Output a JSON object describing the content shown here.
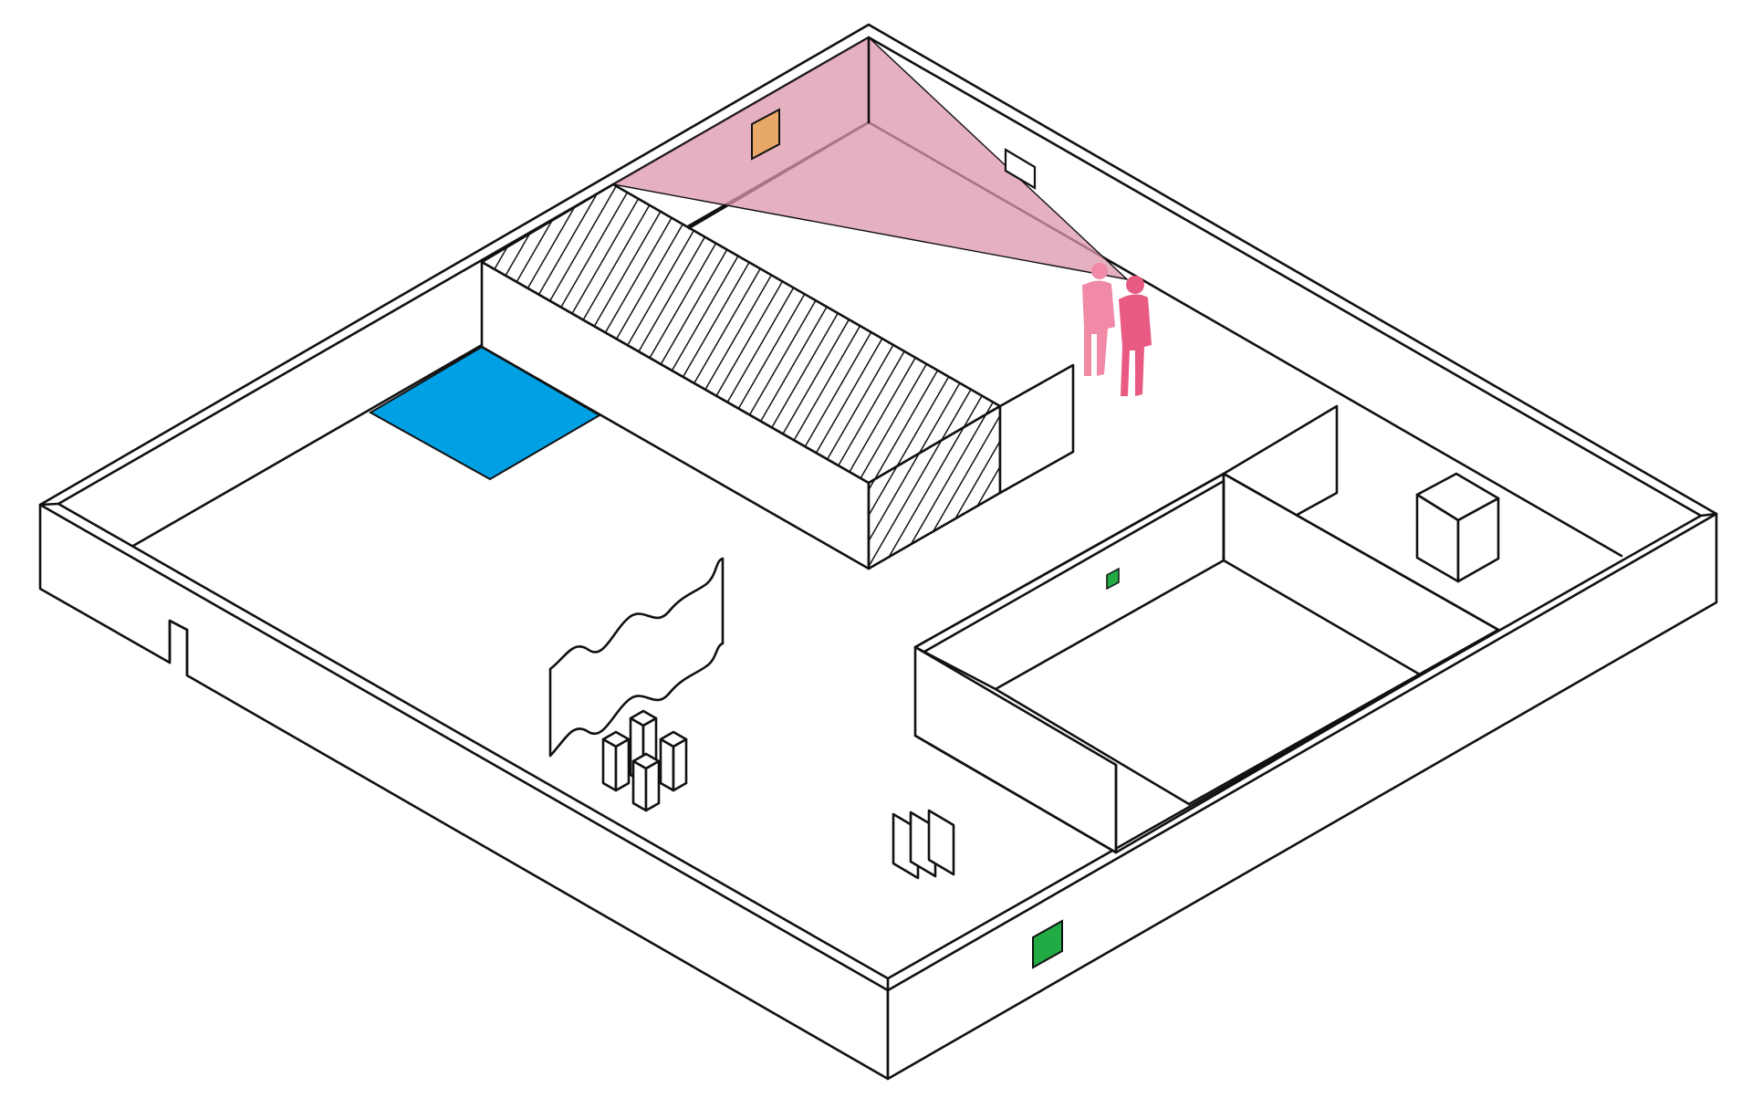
{
  "diagram": {
    "type": "isometric-floor-plan",
    "colors": {
      "line": "#111111",
      "background": "#ffffff",
      "view_cone": "#dc96aa",
      "blue_floor_patch": "#00a0e4",
      "green_markers": "#22aa44",
      "orange_picture": "#e8a868",
      "figures": "#e85a82",
      "figures_back": "#f08aa6"
    },
    "elements": [
      {
        "name": "outer-enclosure",
        "kind": "wall"
      },
      {
        "name": "hatched-partition",
        "kind": "wall",
        "pattern": "diagonal-hatch"
      },
      {
        "name": "blue-floor-patch",
        "kind": "floor-patch"
      },
      {
        "name": "view-cone",
        "kind": "sightline"
      },
      {
        "name": "orange-picture",
        "kind": "wall-artwork"
      },
      {
        "name": "empty-frame",
        "kind": "wall-artwork"
      },
      {
        "name": "visitors",
        "kind": "figures",
        "count": 2
      },
      {
        "name": "inner-room",
        "kind": "room"
      },
      {
        "name": "small-green-marker",
        "kind": "marker"
      },
      {
        "name": "large-green-marker",
        "kind": "marker"
      },
      {
        "name": "cube-plinth",
        "kind": "plinth"
      },
      {
        "name": "wavy-screen",
        "kind": "sculpture"
      },
      {
        "name": "pillar-group",
        "kind": "sculpture",
        "count": 4
      },
      {
        "name": "glass-panels",
        "kind": "sculpture",
        "count": 3
      },
      {
        "name": "entrance-slot",
        "kind": "opening"
      }
    ]
  }
}
